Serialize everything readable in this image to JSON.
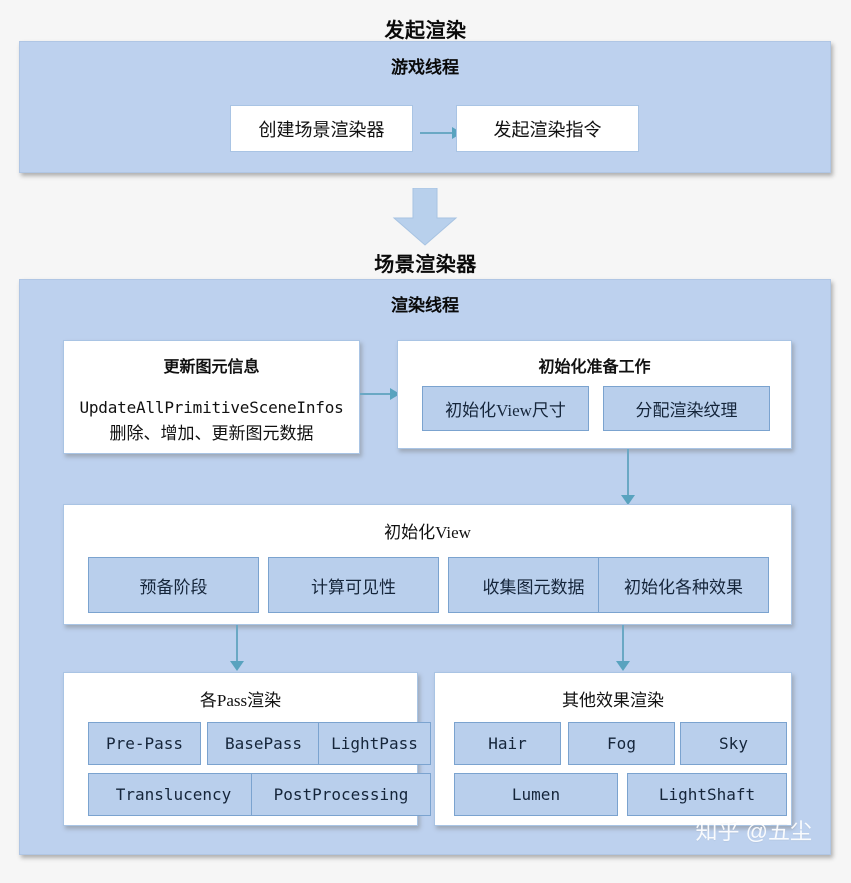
{
  "diagram": {
    "type": "flowchart",
    "watermark": "知乎 @五尘",
    "colors": {
      "panel_background": "#bdd1ee",
      "node_blue": "#b9cfec",
      "node_white": "#ffffff",
      "arrow": "#59a3bf",
      "page_background": "#f6f6f6"
    },
    "sections": [
      {
        "id": "initiate-render",
        "title": "发起渲染",
        "panel_heading": "游戏线程",
        "nodes": [
          {
            "label": "创建场景渲染器"
          },
          {
            "label": "发起渲染指令"
          }
        ]
      },
      {
        "id": "scene-renderer",
        "title": "场景渲染器",
        "panel_heading": "渲染线程",
        "groups": [
          {
            "id": "update-primitive-info",
            "title": "更新图元信息",
            "body_mono": "UpdateAllPrimitiveSceneInfos",
            "body_text": "删除、增加、更新图元数据"
          },
          {
            "id": "init-preparation",
            "title": "初始化准备工作",
            "nodes": [
              {
                "label": "初始化View尺寸"
              },
              {
                "label": "分配渲染纹理"
              }
            ]
          },
          {
            "id": "init-view",
            "title": "初始化View",
            "nodes": [
              {
                "label": "预备阶段"
              },
              {
                "label": "计算可见性"
              },
              {
                "label": "收集图元数据"
              },
              {
                "label": "初始化各种效果"
              }
            ]
          },
          {
            "id": "pass-render",
            "title": "各Pass渲染",
            "nodes": [
              {
                "label": "Pre-Pass"
              },
              {
                "label": "BasePass"
              },
              {
                "label": "LightPass"
              },
              {
                "label": "Translucency"
              },
              {
                "label": "PostProcessing"
              }
            ]
          },
          {
            "id": "other-effects-render",
            "title": "其他效果渲染",
            "nodes": [
              {
                "label": "Hair"
              },
              {
                "label": "Fog"
              },
              {
                "label": "Sky"
              },
              {
                "label": "Lumen"
              },
              {
                "label": "LightShaft"
              }
            ]
          }
        ]
      }
    ]
  }
}
